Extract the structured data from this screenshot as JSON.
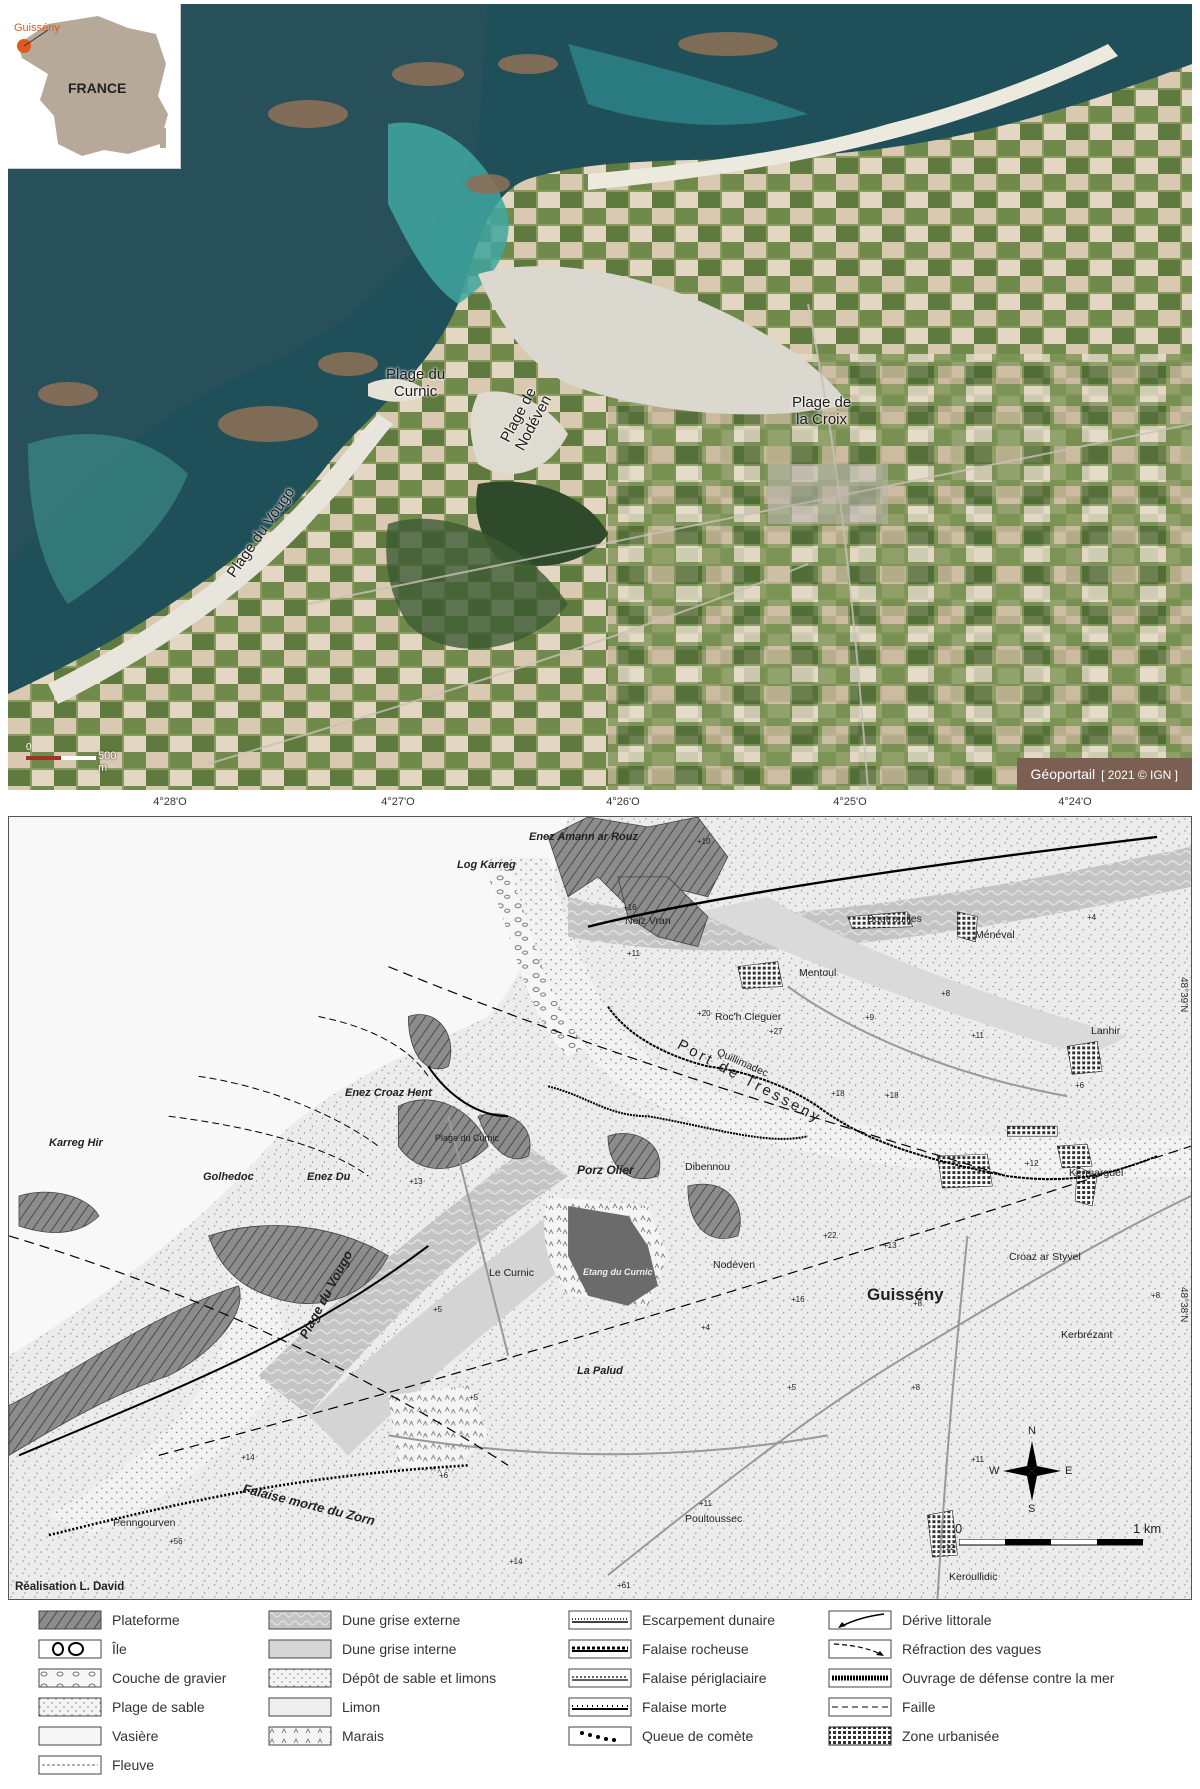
{
  "aerial": {
    "inset": {
      "country": "FRANCE",
      "town": "Guissény"
    },
    "beach_labels": [
      {
        "id": "curnic",
        "text": "Plage du\nCurnic"
      },
      {
        "id": "nodeven",
        "text": "Plage de\nNodéven"
      },
      {
        "id": "croix",
        "text": "Plage de\nla Croix"
      },
      {
        "id": "vougo",
        "text": "Plage du Vougo"
      }
    ],
    "scale": {
      "start": "0",
      "end": "500 m"
    },
    "credit": {
      "source": "Géoportail",
      "copyright": "[ 2021 © IGN ]"
    }
  },
  "longitudes": [
    "4°28'O",
    "4°27'O",
    "4°26'O",
    "4°25'O",
    "4°24'O"
  ],
  "latitudes": [
    "48°39'N",
    "48°38'N"
  ],
  "geomap": {
    "place_labels": [
      {
        "id": "enez-amann",
        "text": "Enez Amann ar Rouz",
        "style": "it"
      },
      {
        "id": "log-karreg",
        "text": "Log Karreg",
        "style": "it"
      },
      {
        "id": "neiz-vran",
        "text": "Neiz Vran",
        "style": ""
      },
      {
        "id": "boutrouilles",
        "text": "Boutrouilles",
        "style": ""
      },
      {
        "id": "meneval",
        "text": "Ménéval",
        "style": ""
      },
      {
        "id": "mentoul",
        "text": "Mentoul",
        "style": ""
      },
      {
        "id": "roch-cleguer",
        "text": "Roc'h Cleguer",
        "style": ""
      },
      {
        "id": "lanhir",
        "text": "Lanhir",
        "style": ""
      },
      {
        "id": "quillimadec",
        "text": "Quillimadec",
        "style": ""
      },
      {
        "id": "port-de-tresseny",
        "text": "Port de Tresseny",
        "style": ""
      },
      {
        "id": "enez-croaz-hent",
        "text": "Enez Croaz Hent",
        "style": "it"
      },
      {
        "id": "plage-du-curnic",
        "text": "Plage du Curnic",
        "style": ""
      },
      {
        "id": "karreg-hir",
        "text": "Karreg Hir",
        "style": "it"
      },
      {
        "id": "golhedoc",
        "text": "Golhedoc",
        "style": "it"
      },
      {
        "id": "enez-du",
        "text": "Enez Du",
        "style": "it"
      },
      {
        "id": "porz-olier",
        "text": "Porz Olier",
        "style": "it"
      },
      {
        "id": "dibennou",
        "text": "Dibennou",
        "style": ""
      },
      {
        "id": "kermarguel",
        "text": "Kermarguel",
        "style": ""
      },
      {
        "id": "plage-du-vougo",
        "text": "Plage du Vougo",
        "style": "it"
      },
      {
        "id": "le-curnic",
        "text": "Le Curnic",
        "style": ""
      },
      {
        "id": "etang-du-curnic",
        "text": "Etang du Curnic",
        "style": ""
      },
      {
        "id": "nodeven",
        "text": "Nodéven",
        "style": ""
      },
      {
        "id": "guisseny",
        "text": "Guissény",
        "style": "big"
      },
      {
        "id": "croaz-ar-styvel",
        "text": "Croaz ar Styvel",
        "style": ""
      },
      {
        "id": "kerbrezant",
        "text": "Kerbrézant",
        "style": ""
      },
      {
        "id": "la-palud",
        "text": "La Palud",
        "style": "it"
      },
      {
        "id": "penngourven",
        "text": "Penngourven",
        "style": ""
      },
      {
        "id": "falaise-morte",
        "text": "Falaise morte du Zorn",
        "style": "it"
      },
      {
        "id": "poultoussec",
        "text": "Poultoussec",
        "style": ""
      },
      {
        "id": "keroullidic",
        "text": "Keroullidic",
        "style": ""
      }
    ],
    "spot_heights": [
      "+10",
      "+16",
      "+11",
      "+4",
      "+20",
      "+27",
      "+9",
      "+11",
      "+8",
      "+18",
      "+18",
      "+6",
      "+12",
      "+22",
      "+13",
      "+16",
      "+8",
      "+4",
      "+5",
      "+5",
      "+5",
      "+8",
      "+11",
      "+11",
      "+14",
      "+56",
      "+61",
      "+12",
      "+8",
      "+13",
      "+14",
      "+6"
    ],
    "compass": {
      "n": "N",
      "s": "S",
      "e": "E",
      "w": "W"
    },
    "scale": {
      "start": "0",
      "end": "1 km"
    },
    "credit": "Réalisation L. David"
  },
  "legend": {
    "columns": [
      [
        {
          "id": "plateforme",
          "label": "Plateforme"
        },
        {
          "id": "ile",
          "label": "Île"
        },
        {
          "id": "gravier",
          "label": "Couche de gravier"
        },
        {
          "id": "sable",
          "label": "Plage de sable"
        },
        {
          "id": "vasiere",
          "label": "Vasière"
        },
        {
          "id": "fleuve",
          "label": "Fleuve"
        }
      ],
      [
        {
          "id": "dune-ext",
          "label": "Dune grise externe"
        },
        {
          "id": "dune-int",
          "label": "Dune grise interne"
        },
        {
          "id": "depot",
          "label": "Dépôt de sable et limons"
        },
        {
          "id": "limon",
          "label": "Limon"
        },
        {
          "id": "marais",
          "label": "Marais"
        }
      ],
      [
        {
          "id": "escarpement",
          "label": "Escarpement dunaire"
        },
        {
          "id": "falaise-rocheuse",
          "label": "Falaise rocheuse"
        },
        {
          "id": "falaise-peri",
          "label": "Falaise périglaciaire"
        },
        {
          "id": "falaise-morte",
          "label": "Falaise morte"
        },
        {
          "id": "queue",
          "label": "Queue de comète"
        }
      ],
      [
        {
          "id": "derive",
          "label": "Dérive littorale"
        },
        {
          "id": "refraction",
          "label": "Réfraction des vagues"
        },
        {
          "id": "ouvrage",
          "label": "Ouvrage de défense contre la mer"
        },
        {
          "id": "faille",
          "label": "Faille"
        },
        {
          "id": "urbain",
          "label": "Zone urbanisée"
        }
      ]
    ]
  }
}
